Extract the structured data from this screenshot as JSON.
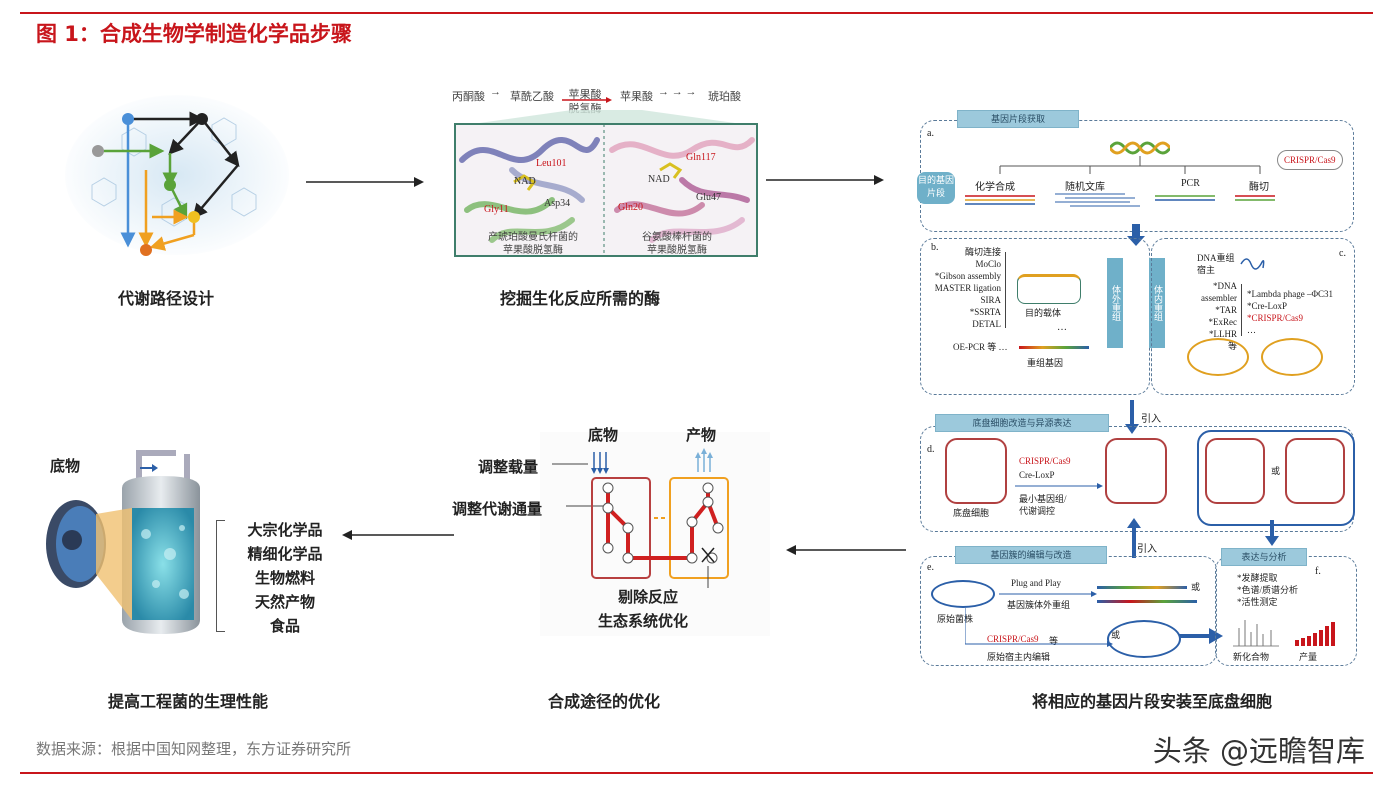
{
  "title": "图 1：合成生物学制造化学品步骤",
  "source": "数据来源：根据中国知网整理，东方证券研究所",
  "watermark": "头条 @远瞻智库",
  "stages": {
    "s1": "代谢路径设计",
    "s2": "挖掘生化反应所需的酶",
    "s3": "将相应的基因片段安装至底盘细胞",
    "s4": "合成途径的优化",
    "s5": "提高工程菌的生理性能"
  },
  "pathway": {
    "p1": "丙酮酸",
    "p2": "草酰乙酸",
    "enzyme_top": "苹果酸",
    "enzyme_bot": "脱氢酶",
    "p3": "苹果酸",
    "p4": "琥珀酸",
    "res": [
      "Leu101",
      "NAD",
      "Asp34",
      "Gly11",
      "Gln117",
      "NAD",
      "Glu47",
      "Gln20"
    ],
    "cap_left_1": "产琥珀酸曼氏杆菌的",
    "cap_left_2": "苹果酸脱氢酶",
    "cap_right_1": "谷氨酸棒杆菌的",
    "cap_right_2": "苹果酸脱氢酶"
  },
  "gene": {
    "panel_a_title": "基因片段获取",
    "a_label": "a.",
    "a_side": "目的基因片段",
    "a_methods": [
      "化学合成",
      "随机文库",
      "PCR",
      "酶切"
    ],
    "crispr": "CRISPR/Cas9",
    "b_label": "b.",
    "b_list": [
      "酶切连接",
      "MoClo",
      "*Gibson assembly",
      "MASTER ligation",
      "SIRA",
      "*SSRTA",
      "DETAL"
    ],
    "b_vector": "目的载体",
    "b_dots": "…",
    "b_oepcr": "OE-PCR 等 …",
    "b_recomb": "重组基因",
    "vbar1": "体外重组",
    "vbar2": "体内重组",
    "c_label": "c.",
    "c_host": "DNA重组宿主",
    "c_list1": [
      "*DNA assembler",
      "*TAR",
      "*ExRec",
      "*LLHR",
      "等"
    ],
    "c_list2": [
      "*Lambda phage –ΦC31",
      "*Cre-LoxP",
      "*CRISPR/Cas9",
      "…"
    ],
    "yinru": "引入",
    "panel_d_title": "底盘细胞改造与异源表达",
    "d_label": "d.",
    "d_crispr": "CRISPR/Cas9",
    "d_cre": "Cre-LoxP",
    "d_min": "最小基因组/",
    "d_reg": "代谢调控",
    "d_chassis": "底盘细胞",
    "d_or": "或",
    "yinru2": "引入",
    "panel_e_title": "基因簇的编辑与改造",
    "e_label": "e.",
    "e_plug": "Plug and Play",
    "e_ext": "基因簇体外重组",
    "e_or": "或",
    "e_orig": "原始菌株",
    "e_crispr": "CRISPR/Cas9",
    "e_deng": "等",
    "e_inhost": "原始宿主内编辑",
    "e_or2": "或",
    "panel_f_title": "表达与分析",
    "f_label": "f.",
    "f_list": [
      "*发酵提取",
      "*色谱/质谱分析",
      "*活性测定"
    ],
    "f_new": "新化合物",
    "f_yield": "产量"
  },
  "opt": {
    "substrate": "底物",
    "product": "产物",
    "load": "调整载量",
    "flux": "调整代谢通量",
    "remove1": "剔除反应",
    "remove2": "生态系统优化"
  },
  "ferm": {
    "substrate": "底物",
    "products": [
      "大宗化学品",
      "精细化学品",
      "生物燃料",
      "天然产物",
      "食品"
    ]
  },
  "colors": {
    "accent_red": "#c8151b",
    "arrow": "#222222",
    "blue_arrow": "#2b5fa8",
    "panel_blue": "#9cc9dc"
  }
}
